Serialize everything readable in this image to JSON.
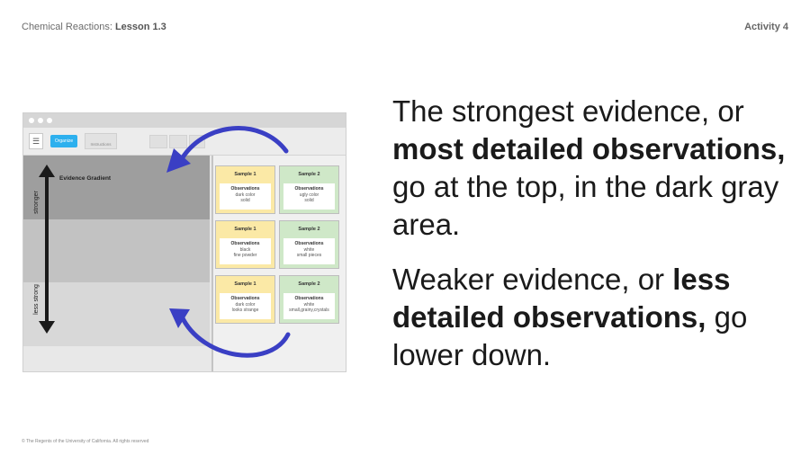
{
  "header": {
    "course": "Chemical Reactions: ",
    "lesson": "Lesson 1.3",
    "activity": "Activity 4"
  },
  "footer": {
    "copyright": "© The Regents of the University of California. All rights reserved"
  },
  "mock": {
    "toolbar": {
      "menu_icon": "hamburger-icon",
      "mode_label": "Organize",
      "instructions_label": "Instructions"
    },
    "gradient": {
      "title": "Evidence Gradient",
      "top_label": "stronger",
      "bottom_label": "less strong"
    },
    "cards": [
      {
        "title": "Sample 1",
        "obs": "Observations",
        "lines": [
          "dark color",
          "solid"
        ],
        "color": "#fbe9a6"
      },
      {
        "title": "Sample 2",
        "obs": "Observations",
        "lines": [
          "ugly color",
          "solid"
        ],
        "color": "#cfe8c8"
      },
      {
        "title": "Sample 1",
        "obs": "Observations",
        "lines": [
          "black",
          "fine powder"
        ],
        "color": "#fbe9a6"
      },
      {
        "title": "Sample 2",
        "obs": "Observations",
        "lines": [
          "white",
          "small pieces"
        ],
        "color": "#cfe8c8"
      },
      {
        "title": "Sample 1",
        "obs": "Observations",
        "lines": [
          "dark color",
          "looks strange"
        ],
        "color": "#fbe9a6"
      },
      {
        "title": "Sample 2",
        "obs": "Observations",
        "lines": [
          "white",
          "small,grainy,crystals"
        ],
        "color": "#cfe8c8"
      }
    ],
    "arrow_color": "#3a3fc4"
  },
  "text": {
    "p1": {
      "a": "The strongest evidence, or ",
      "b": "most detailed observations,",
      "c": " go at the top, in the dark gray area."
    },
    "p2": {
      "a": "Weaker evidence, or ",
      "b": "less detailed observations,",
      "c": " go lower down."
    }
  }
}
